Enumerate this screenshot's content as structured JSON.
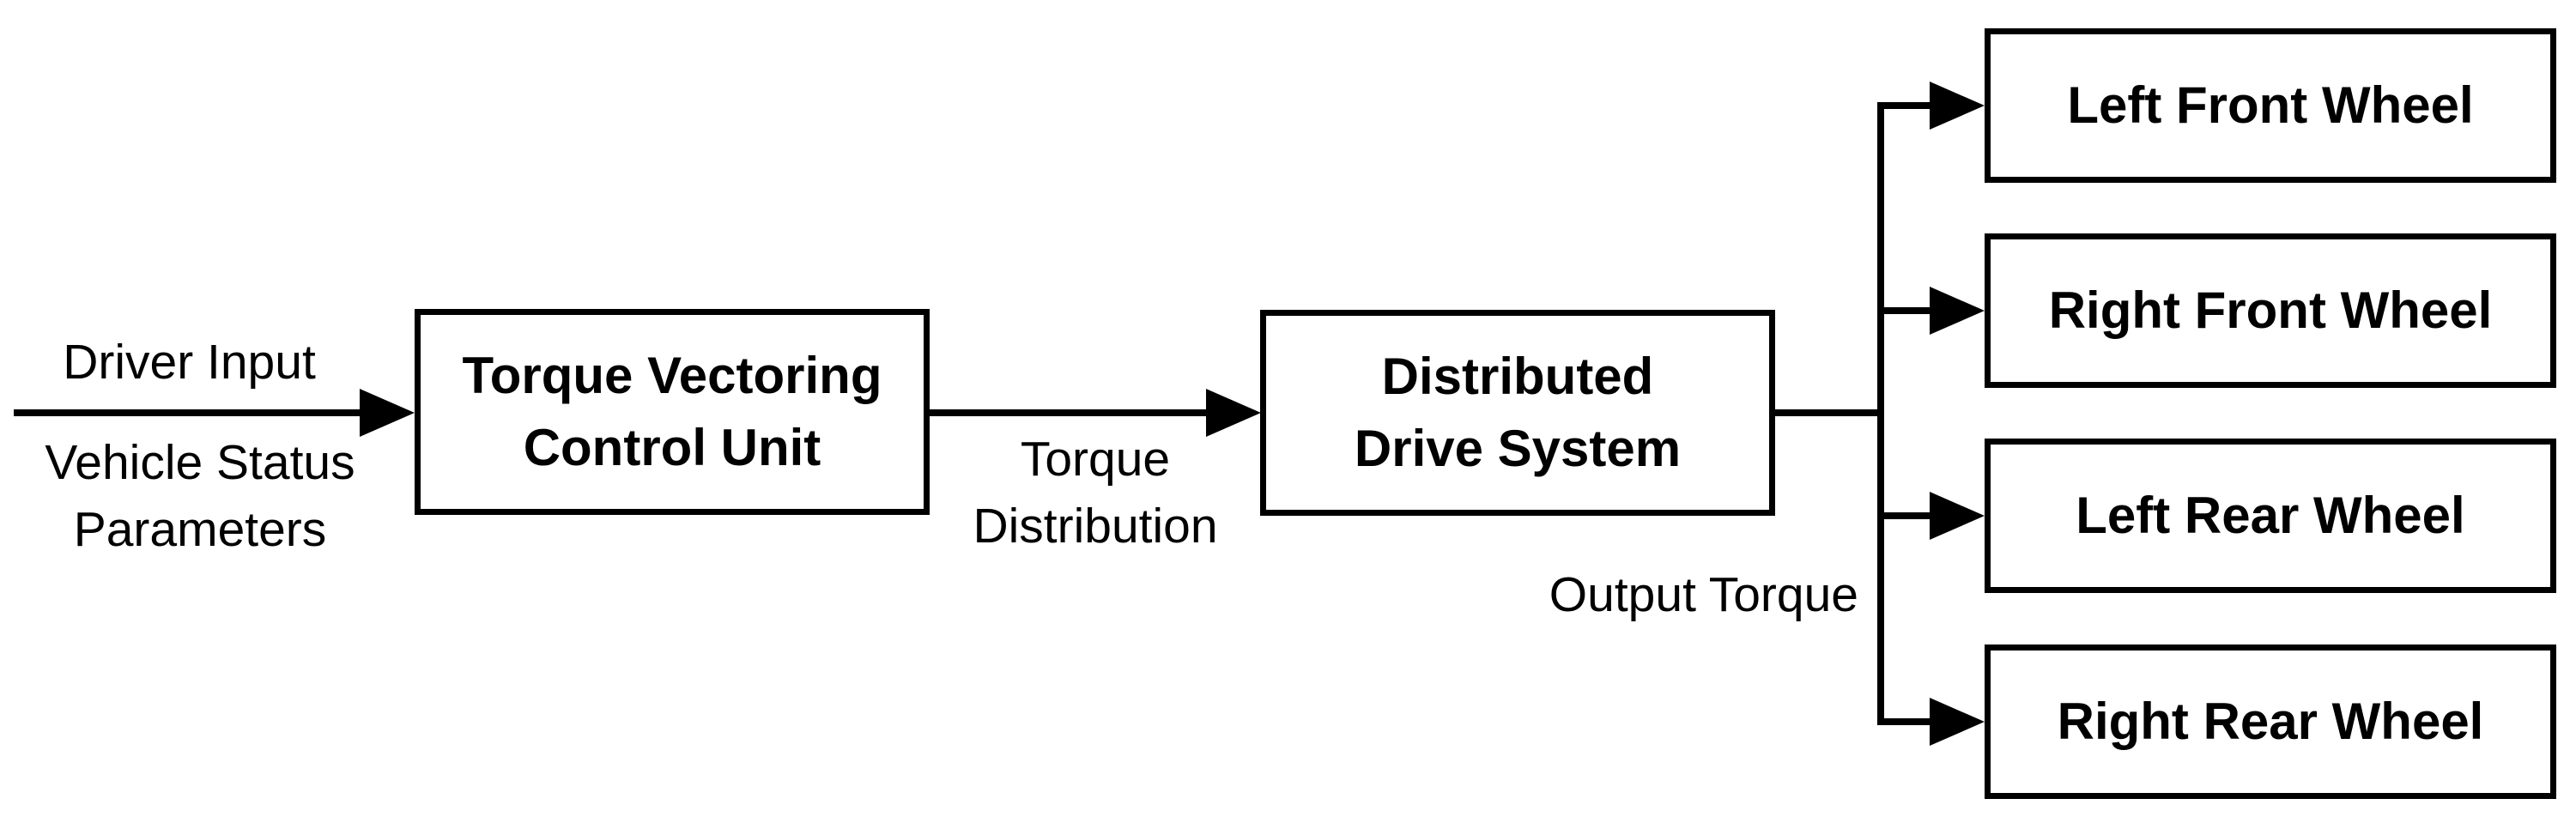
{
  "diagram": {
    "type": "block-diagram",
    "colors": {
      "background": "#ffffff",
      "foreground": "#000000"
    },
    "nodes": {
      "control_unit": {
        "line1": "Torque Vectoring",
        "line2": "Control Unit"
      },
      "drive_system": {
        "line1": "Distributed",
        "line2": "Drive System"
      }
    },
    "wheels": [
      {
        "id": "left-front-wheel",
        "label": "Left Front Wheel"
      },
      {
        "id": "right-front-wheel",
        "label": "Right Front Wheel"
      },
      {
        "id": "left-rear-wheel",
        "label": "Left Rear Wheel"
      },
      {
        "id": "right-rear-wheel",
        "label": "Right Rear Wheel"
      }
    ],
    "edge_labels": {
      "input_top": "Driver Input",
      "input_bottom_line1": "Vehicle Status",
      "input_bottom_line2": "Parameters",
      "mid_line1": "Torque",
      "mid_line2": "Distribution",
      "output": "Output Torque"
    }
  }
}
